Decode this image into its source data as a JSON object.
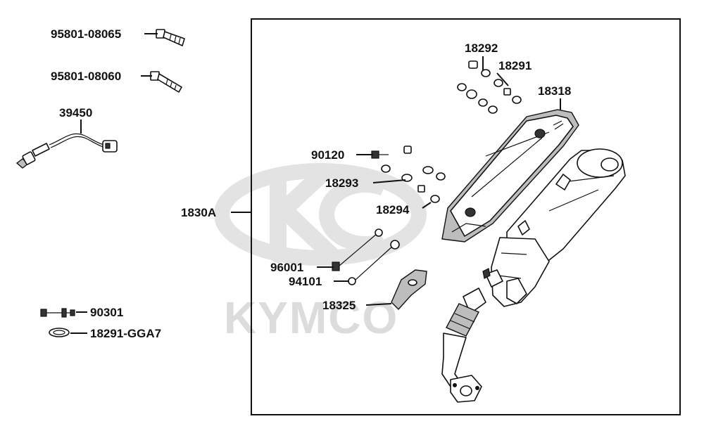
{
  "watermark": {
    "text": "KYMCO",
    "color": "#dcdcdc"
  },
  "colors": {
    "line": "#111111",
    "background": "#ffffff"
  },
  "labels": {
    "p95801_08065": "95801-08065",
    "p95801_08060": "95801-08060",
    "p39450": "39450",
    "p1830A": "1830A",
    "p90301": "90301",
    "p18291_GGA7": "18291-GGA7",
    "p18292": "18292",
    "p18291": "18291",
    "p18318": "18318",
    "p90120": "90120",
    "p18293": "18293",
    "p18294": "18294",
    "p96001": "96001",
    "p94101": "94101",
    "p18325": "18325"
  }
}
